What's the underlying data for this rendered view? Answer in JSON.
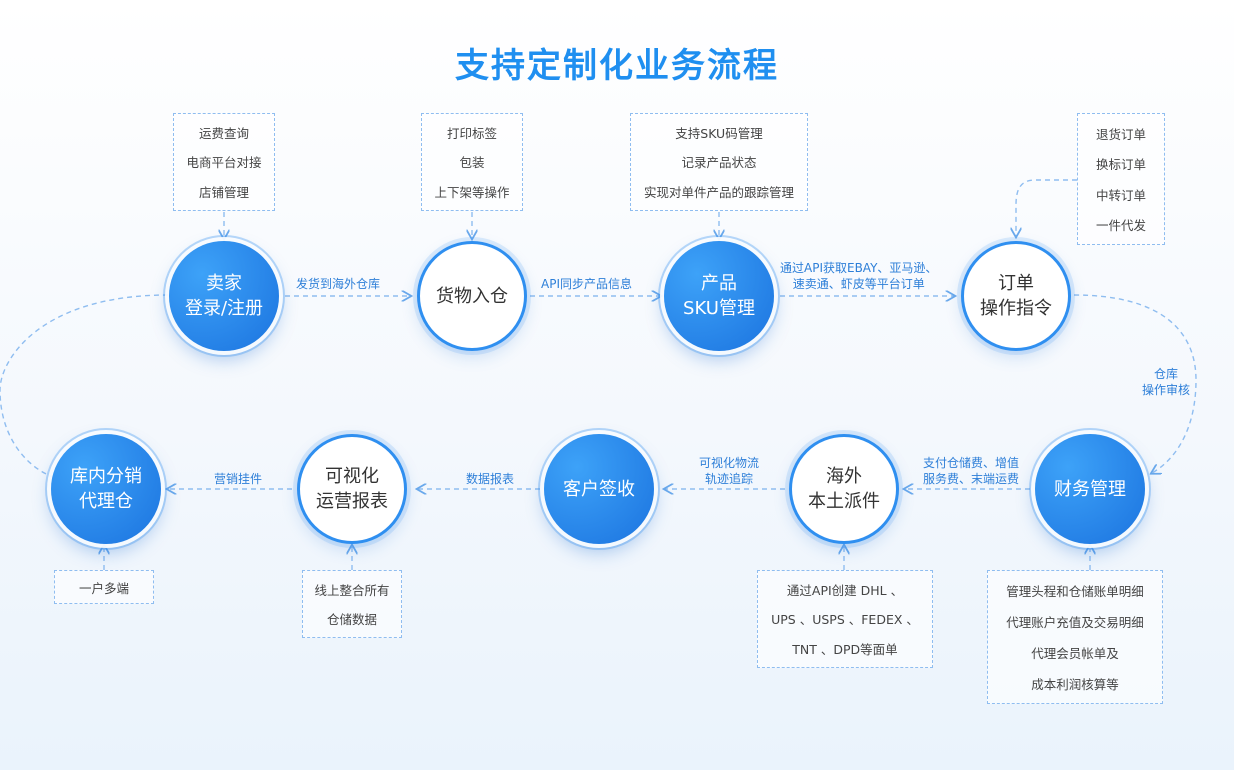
{
  "title": "支持定制化业务流程",
  "nodes": {
    "seller": [
      "卖家",
      "登录/注册"
    ],
    "inbound": [
      "货物入仓"
    ],
    "sku": [
      "产品",
      "SKU管理"
    ],
    "order": [
      "订单",
      "操作指令"
    ],
    "finance": [
      "财务管理"
    ],
    "delivery": [
      "海外",
      "本土派件"
    ],
    "receipt": [
      "客户签收"
    ],
    "report": [
      "可视化",
      "运营报表"
    ],
    "distribution": [
      "库内分销",
      "代理仓"
    ]
  },
  "boxes": {
    "seller": [
      "运费查询",
      "电商平台对接",
      "店铺管理"
    ],
    "inbound": [
      "打印标签",
      "包装",
      "上下架等操作"
    ],
    "sku": [
      "支持SKU码管理",
      "记录产品状态",
      "实现对单件产品的跟踪管理"
    ],
    "order": [
      "退货订单",
      "换标订单",
      "中转订单",
      "一件代发"
    ],
    "finance": [
      "管理头程和仓储账单明细",
      "代理账户充值及交易明细",
      "代理会员帐单及",
      "成本利润核算等"
    ],
    "delivery": [
      "通过API创建 DHL 、",
      "UPS 、USPS 、FEDEX 、",
      "TNT 、DPD等面单"
    ],
    "report": [
      "线上整合所有",
      "仓储数据"
    ],
    "distribution": [
      "一户多端"
    ]
  },
  "edges": {
    "e1": "发货到海外仓库",
    "e2": "API同步产品信息",
    "e3": [
      "通过API获取EBAY、亚马逊、",
      "速卖通、虾皮等平台订单"
    ],
    "e4": [
      "仓库",
      "操作审核"
    ],
    "e5": [
      "支付仓储费、增值",
      "服务费、末端运费"
    ],
    "e6": [
      "可视化物流",
      "轨迹追踪"
    ],
    "e7": "数据报表",
    "e8": "营销挂件"
  },
  "colors": {
    "accent": "#1f8ff0",
    "dash": "#8fbdf0",
    "nodeBlue": "#1b73df"
  }
}
